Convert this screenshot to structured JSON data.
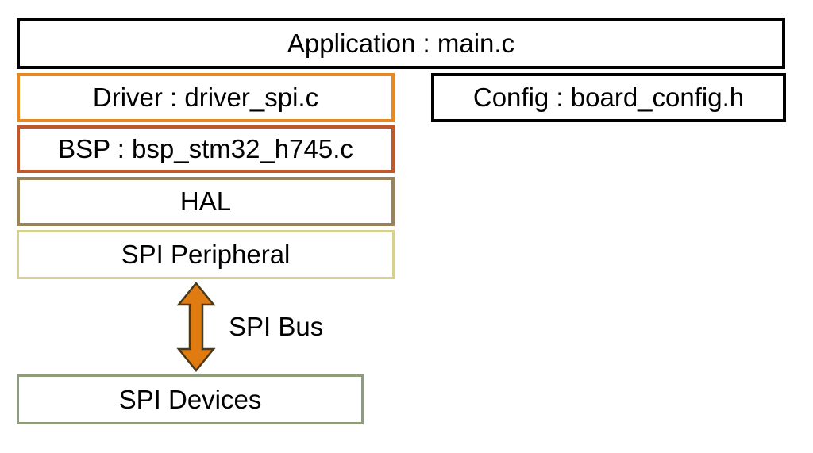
{
  "diagram": {
    "application": "Application : main.c",
    "driver": "Driver : driver_spi.c",
    "config": "Config : board_config.h",
    "bsp": "BSP : bsp_stm32_h745.c",
    "hal": "HAL",
    "peripheral": "SPI Peripheral",
    "bus_label": "SPI Bus",
    "devices": "SPI Devices"
  },
  "colors": {
    "driver_border": "#e8881e",
    "bsp_border": "#c0582a",
    "hal_border": "#9a8359",
    "peripheral_border": "#d6d190",
    "devices_border": "#8f9c7c",
    "arrow_fill": "#e07b12",
    "arrow_stroke": "#4a3a1a"
  }
}
